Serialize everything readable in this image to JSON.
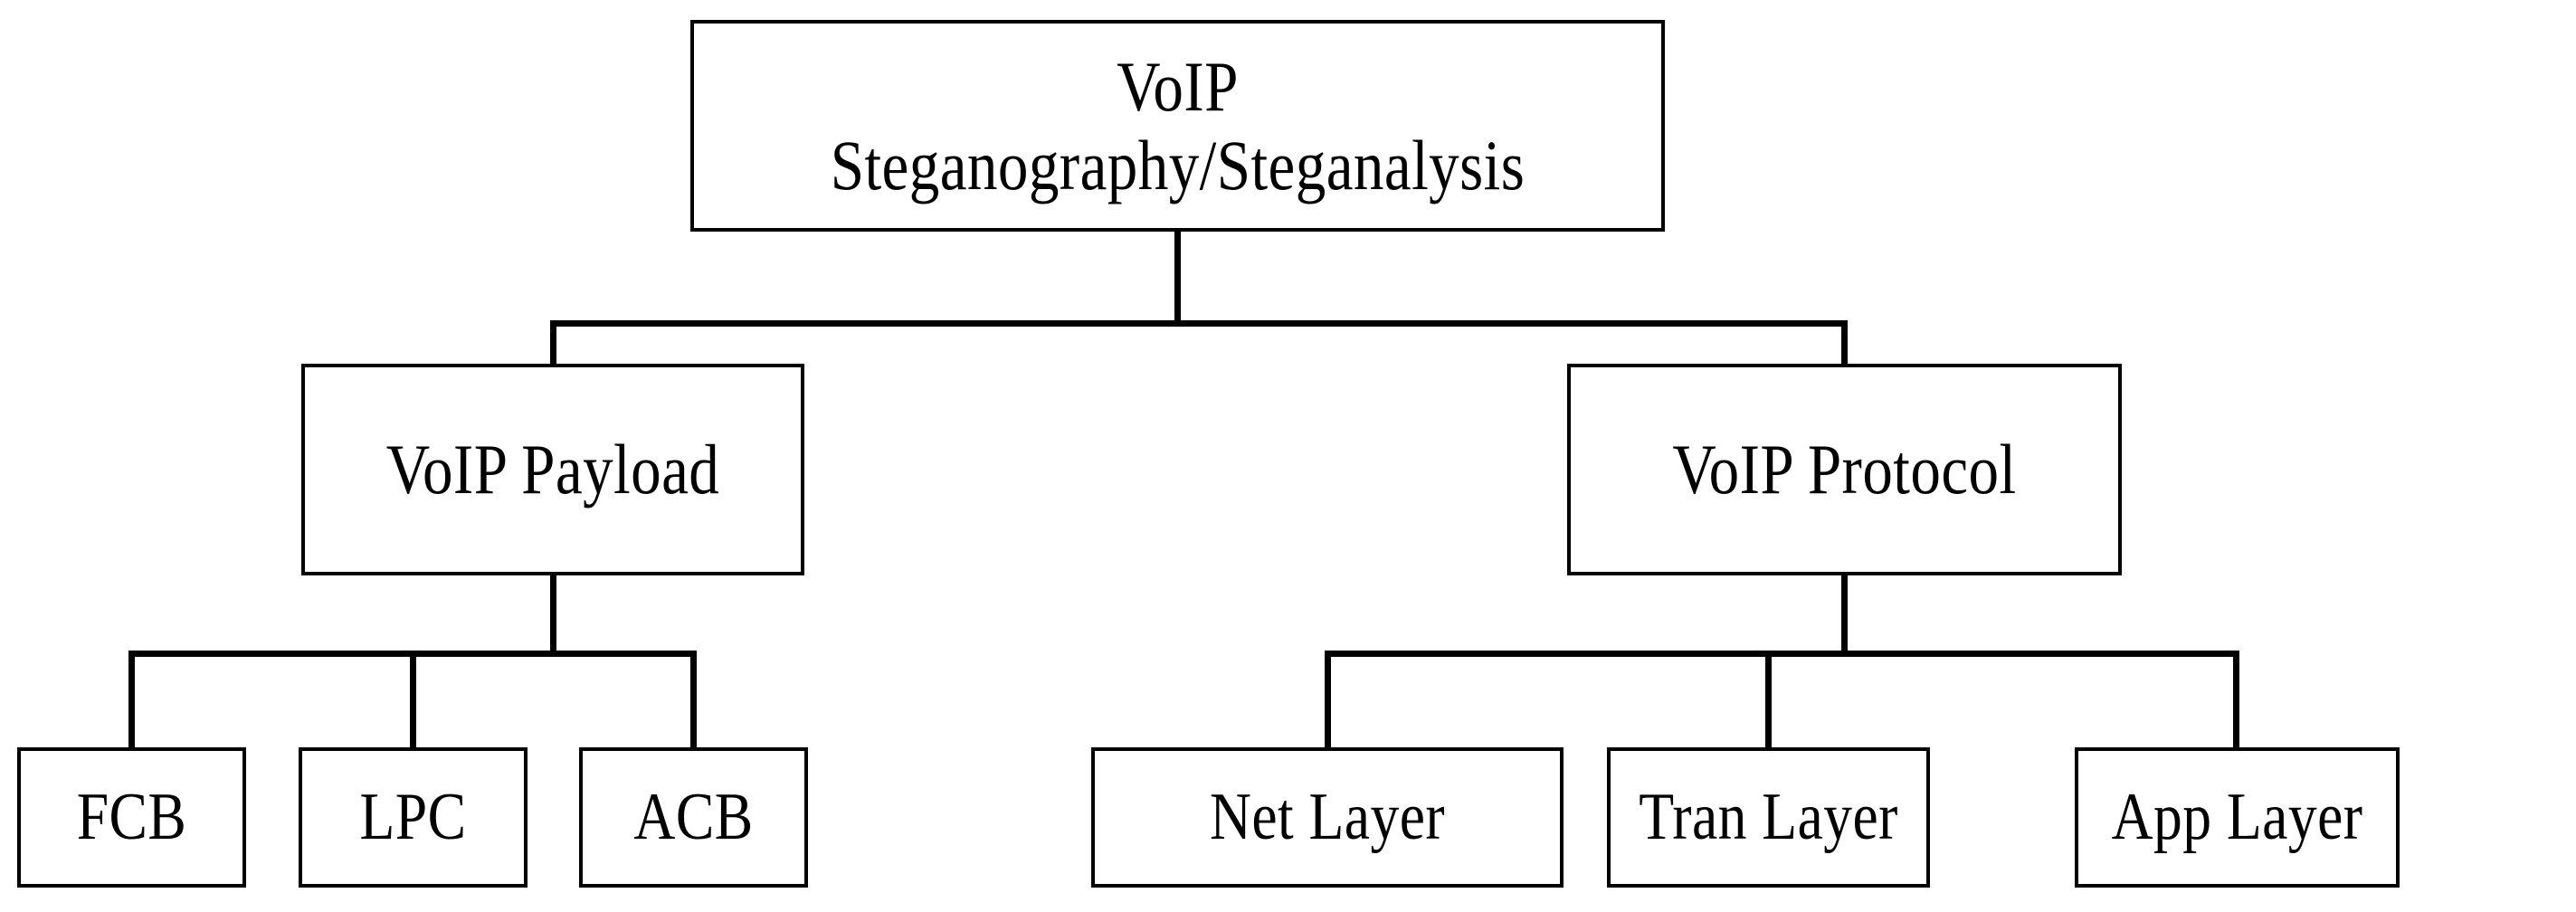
{
  "diagram": {
    "title": "VoIP Steganography / Steganalysis taxonomy",
    "orientation": "top-down tree",
    "line_color": "#000000",
    "box_border_color": "#000000",
    "background_color": "#ffffff",
    "text_color": "#000000"
  },
  "nodes": {
    "root": {
      "label": "VoIP\nSteganography/Steganalysis",
      "line1": "VoIP",
      "line2": "Steganography/Steganalysis"
    },
    "level2": [
      {
        "id": "payload",
        "label": "VoIP Payload"
      },
      {
        "id": "protocol",
        "label": "VoIP Protocol"
      }
    ],
    "level3": [
      {
        "id": "fcb",
        "label": "FCB",
        "parent": "payload"
      },
      {
        "id": "lpc",
        "label": "LPC",
        "parent": "payload"
      },
      {
        "id": "acb",
        "label": "ACB",
        "parent": "payload"
      },
      {
        "id": "net",
        "label": "Net Layer",
        "parent": "protocol"
      },
      {
        "id": "tran",
        "label": "Tran Layer",
        "parent": "protocol"
      },
      {
        "id": "app",
        "label": "App Layer",
        "parent": "protocol"
      }
    ]
  },
  "edges": [
    {
      "from": "root",
      "to": "payload"
    },
    {
      "from": "root",
      "to": "protocol"
    },
    {
      "from": "payload",
      "to": "fcb"
    },
    {
      "from": "payload",
      "to": "lpc"
    },
    {
      "from": "payload",
      "to": "acb"
    },
    {
      "from": "protocol",
      "to": "net"
    },
    {
      "from": "protocol",
      "to": "tran"
    },
    {
      "from": "protocol",
      "to": "app"
    }
  ]
}
